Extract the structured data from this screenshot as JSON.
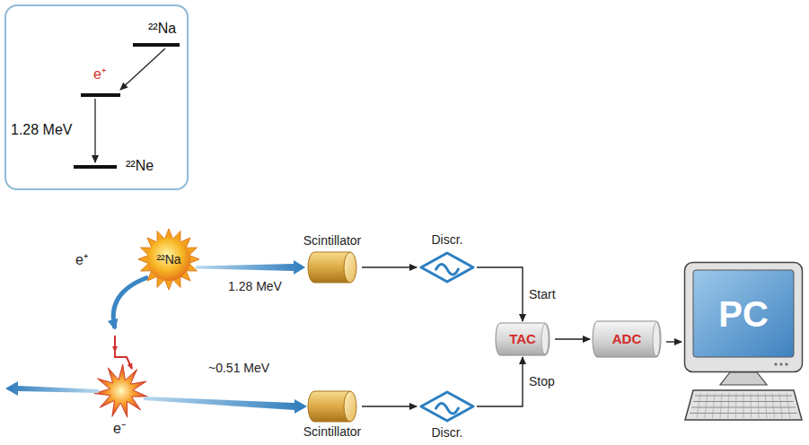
{
  "diagram": {
    "nodes": [
      {
        "text": [
          "²²Na",
          "e⁺",
          "1.28 MeV",
          "²²Ne"
        ]
      },
      {
        "text": [
          "²²Na"
        ]
      },
      {
        "text": [
          "Scintillator"
        ]
      },
      {
        "text": [
          "Discr."
        ]
      },
      {
        "text": [
          "TAC"
        ]
      },
      {
        "text": [
          "ADC"
        ]
      },
      {
        "text": [
          "PC"
        ]
      },
      {
        "text": [
          "Scintillator"
        ]
      },
      {
        "text": [
          "Discr."
        ]
      }
    ],
    "edges": [
      {
        "from": 1,
        "to": 2,
        "arrow": "to",
        "label": "1.28 MeV"
      },
      {
        "from": 2,
        "to": 3,
        "arrow": "to"
      },
      {
        "from": 3,
        "to": 4,
        "arrow": "to",
        "label": "Start"
      },
      {
        "from": 4,
        "to": 5,
        "arrow": "to"
      },
      {
        "from": 5,
        "to": 6,
        "arrow": "to"
      },
      {
        "from": 7,
        "to": 8,
        "arrow": "to"
      },
      {
        "from": 8,
        "to": 4,
        "arrow": "to",
        "label": "Stop"
      }
    ],
    "labels": [
      "e⁺",
      "~0.51 MeV",
      "e⁻"
    ]
  }
}
